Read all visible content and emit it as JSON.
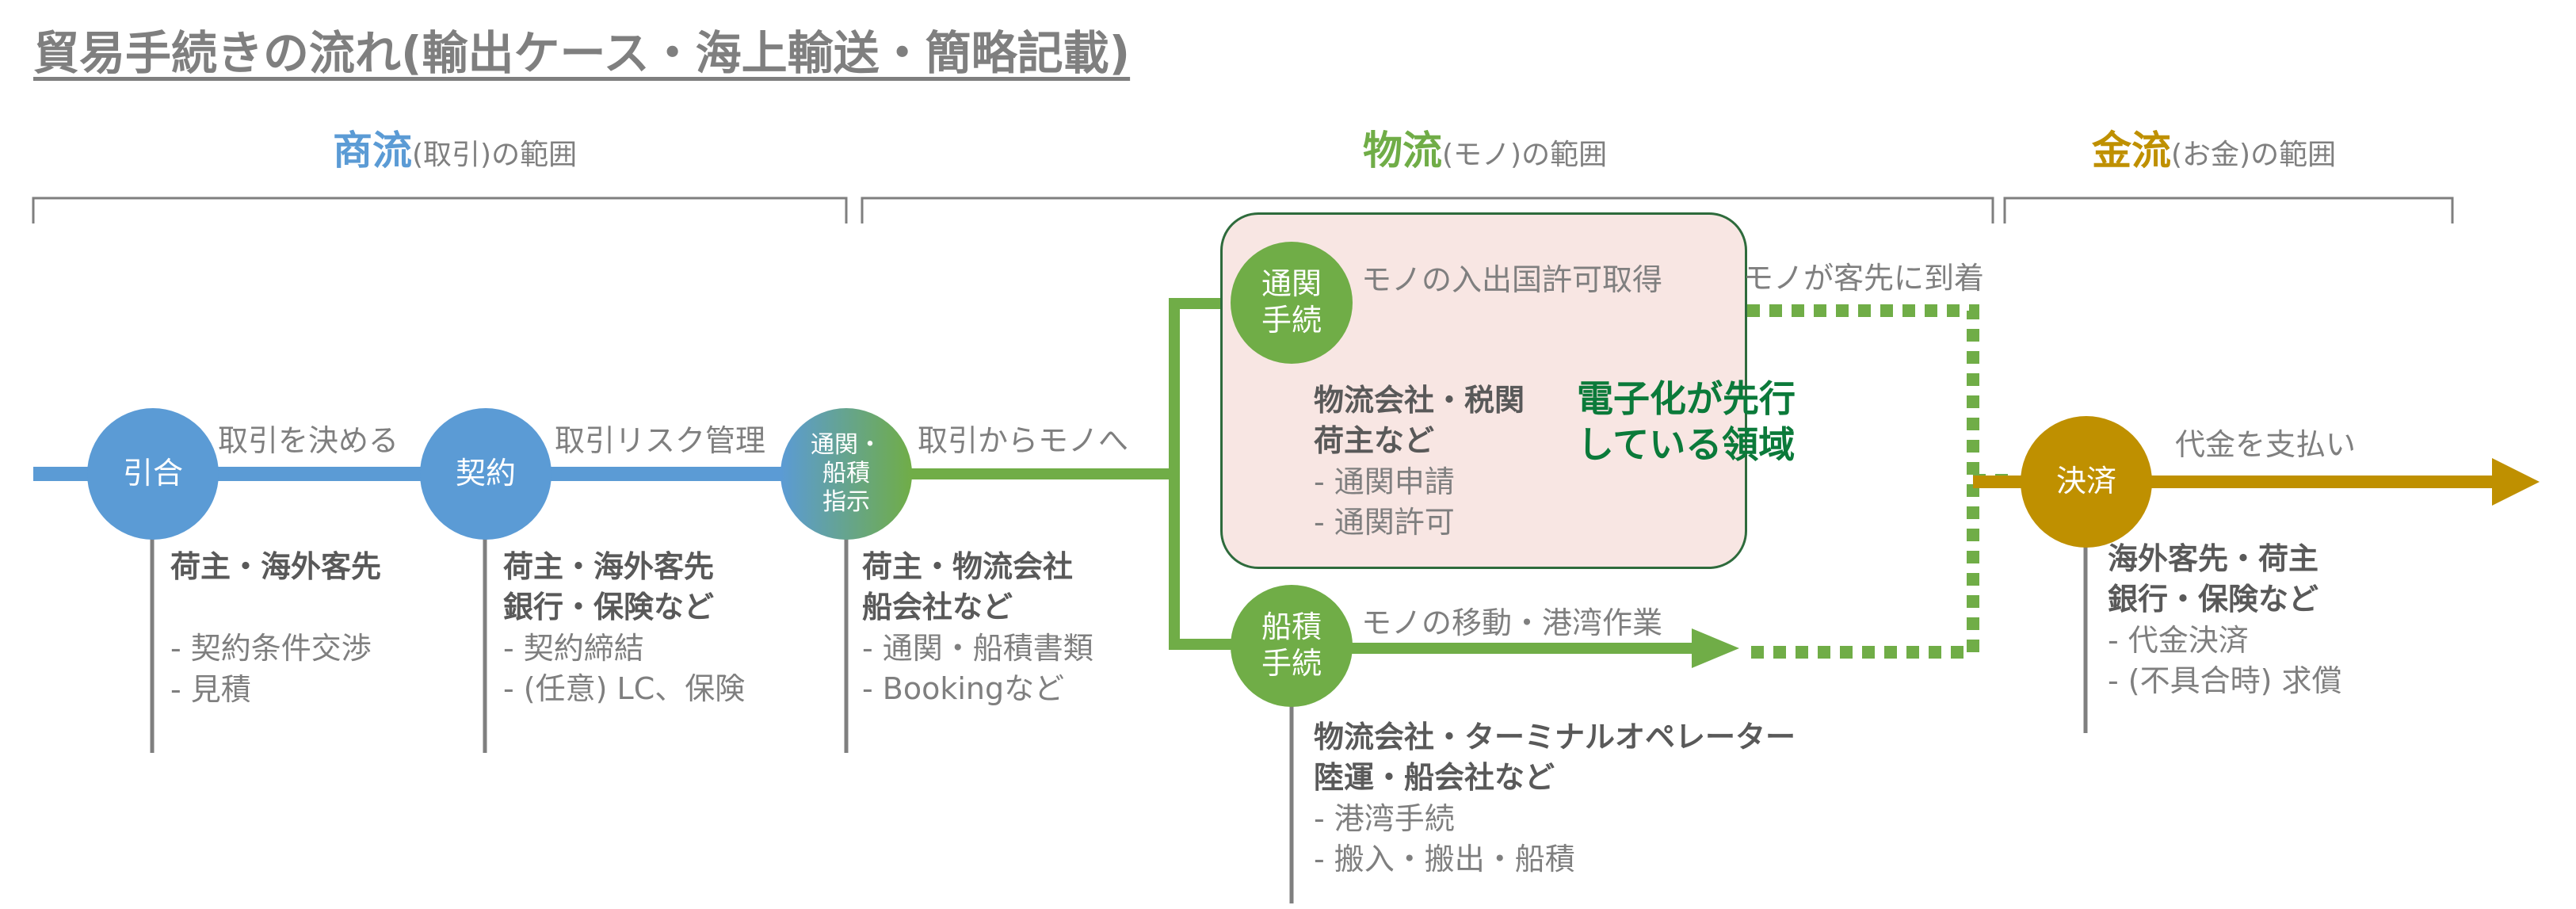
{
  "title": "貿易手続きの流れ(輸出ケース・海上輸送・簡略記載)",
  "domains": {
    "commerce": {
      "main": "商流",
      "sub": "(取引)の範囲"
    },
    "logistics": {
      "main": "物流",
      "sub": "(モノ)の範囲"
    },
    "finance": {
      "main": "金流",
      "sub": "(お金)の範囲"
    }
  },
  "steps": {
    "hikiai": {
      "label": "引合",
      "action": "取引を決める",
      "parties": "荷主・海外客先",
      "items": [
        "- 契約条件交渉",
        "- 見積"
      ]
    },
    "keiyaku": {
      "label": "契約",
      "action": "取引リスク管理",
      "parties": "荷主・海外客先\n銀行・保険など",
      "items": [
        "- 契約締結",
        "- (任意) LC、保険"
      ]
    },
    "shiji": {
      "label": "通関・\n船積\n指示",
      "action": "取引からモノへ",
      "parties": "荷主・物流会社\n船会社など",
      "items": [
        "- 通関・船積書類",
        "- Bookingなど"
      ]
    },
    "tsukan": {
      "label": "通関\n手続",
      "action": "モノの入出国許可取得",
      "parties": "物流会社・税関\n荷主など",
      "items": [
        "- 通関申請",
        "- 通関許可"
      ]
    },
    "funazumi": {
      "label": "船積\n手続",
      "action": "モノの移動・港湾作業",
      "parties": "物流会社・ターミナルオペレーター\n陸運・船会社など",
      "items": [
        "- 港湾手続",
        "- 搬入・搬出・船積"
      ]
    },
    "kessai": {
      "label": "決済",
      "action": "代金を支払い",
      "parties": "海外客先・荷主\n銀行・保険など",
      "items": [
        "- 代金決済",
        "- (不具合時) 求償"
      ]
    }
  },
  "arrival_label": "モノが客先に到着",
  "digital_note": "電子化が先行\nしている領域",
  "colors": {
    "commerce": "#5b9bd5",
    "logistics": "#70ad47",
    "customs_arrow": "#a9c48f",
    "finance": "#bf9000",
    "digital": "#0b7a3a"
  }
}
